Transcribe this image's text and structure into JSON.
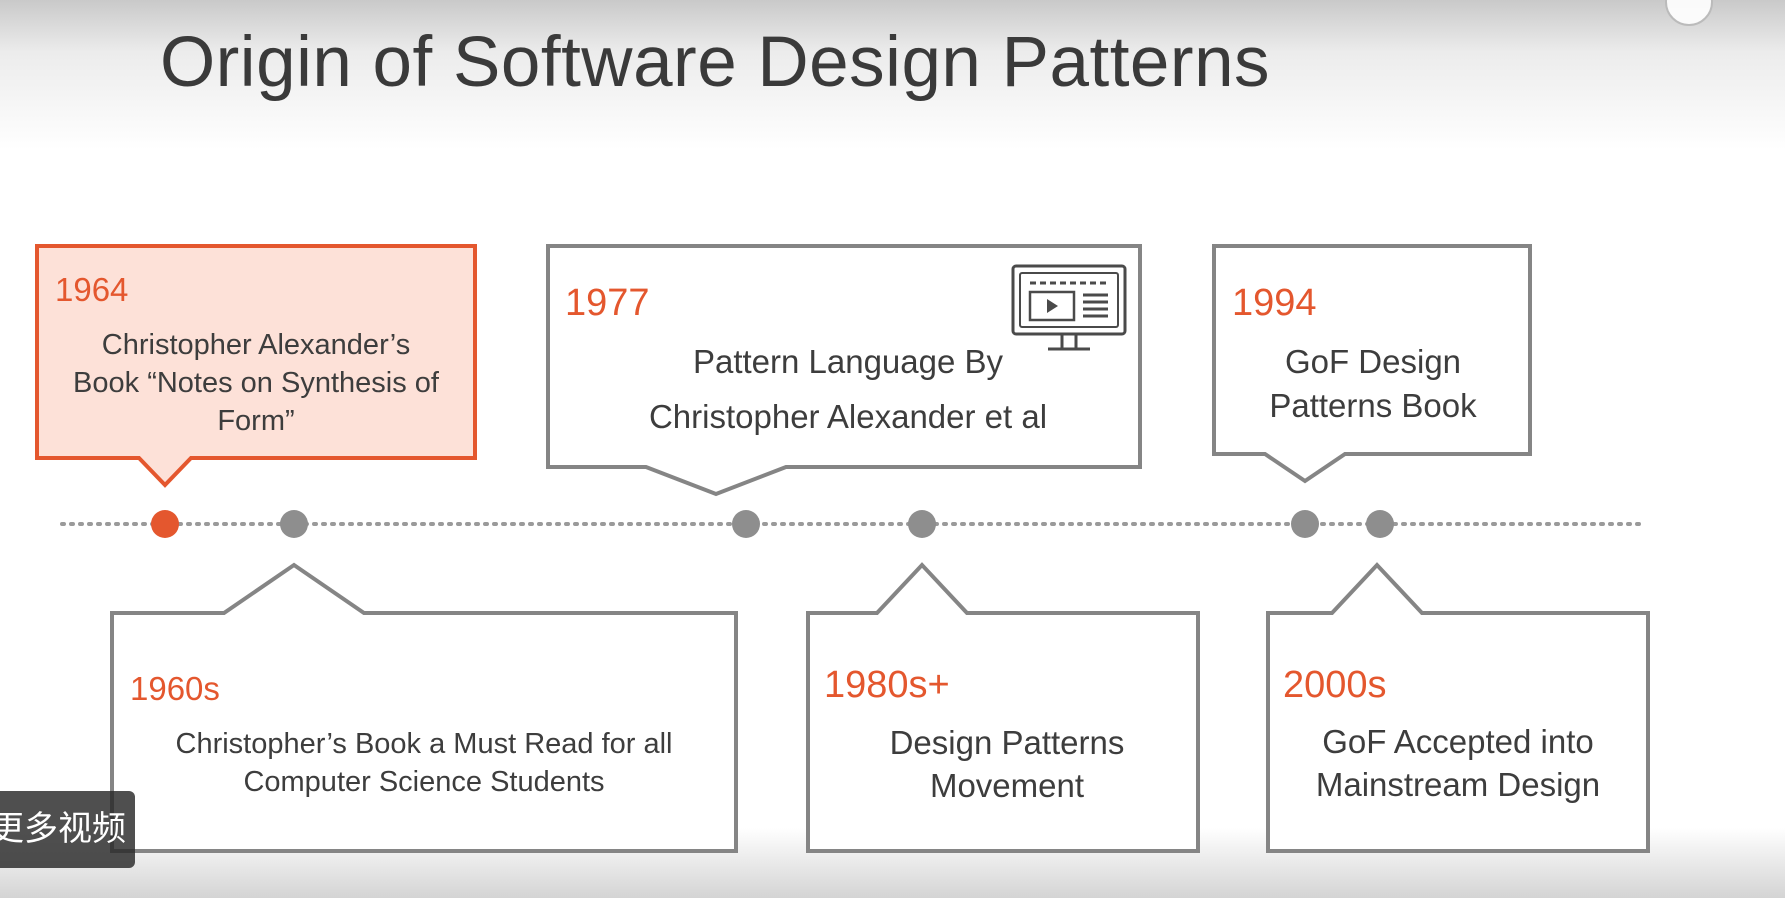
{
  "slide": {
    "title": "Origin of Software Design Patterns"
  },
  "overlay": {
    "label": "更多视频"
  },
  "colors": {
    "accent": "#e4572e",
    "accent_fill": "#fde1d8",
    "box_stroke": "#858585",
    "dot": "#8e8e8e",
    "text": "#3d3d3d"
  },
  "timeline": {
    "events": [
      {
        "year": "1964",
        "lines": [
          "Christopher Alexander’s",
          "Book “Notes on Synthesis of",
          "Form”"
        ],
        "position": "above",
        "highlighted": true
      },
      {
        "year": "1960s",
        "lines": [
          "Christopher’s Book a Must Read for all",
          "Computer Science Students"
        ],
        "position": "below",
        "highlighted": false
      },
      {
        "year": "1977",
        "lines": [
          "Pattern Language By",
          "Christopher Alexander et al"
        ],
        "position": "above",
        "highlighted": false,
        "icon": "monitor-icon"
      },
      {
        "year": "1980s+",
        "lines": [
          "Design Patterns",
          "Movement"
        ],
        "position": "below",
        "highlighted": false
      },
      {
        "year": "1994",
        "lines": [
          "GoF Design",
          "Patterns Book"
        ],
        "position": "above",
        "highlighted": false
      },
      {
        "year": "2000s",
        "lines": [
          "GoF Accepted into",
          "Mainstream Design"
        ],
        "position": "below",
        "highlighted": false
      }
    ]
  }
}
